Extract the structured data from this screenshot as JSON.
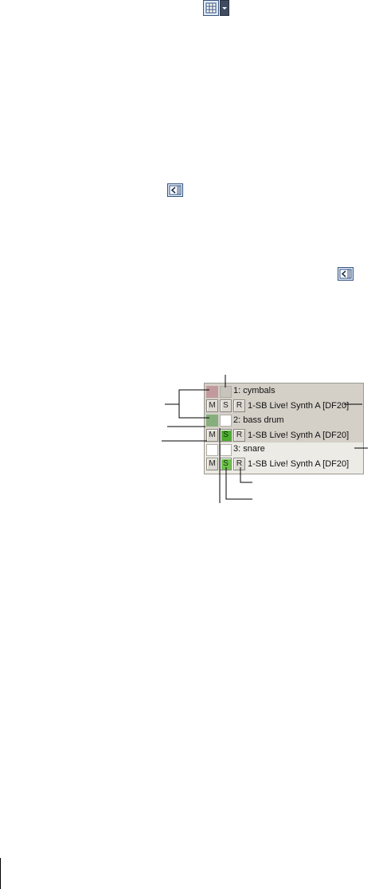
{
  "tracks": [
    {
      "name": "1: cymbals",
      "port": "1-SB Live! Synth A [DF20]",
      "solo_on": false,
      "color": "#c29a9e",
      "color2": "#c8c4bc"
    },
    {
      "name": "2: bass drum",
      "port": "1-SB Live! Synth A [DF20]",
      "solo_on": true,
      "color": "#86ae7c",
      "color2": "#ffffff"
    },
    {
      "name": "3: snare",
      "port": "1-SB Live! Synth A [DF20]",
      "solo_on": true,
      "color": "#ffffff",
      "color2": "#ffffff"
    }
  ],
  "buttons": {
    "mute": "M",
    "solo": "S",
    "record": "R"
  },
  "icons": {
    "grid": "grid-icon",
    "dropdown": "chevron-down-icon",
    "collapse_1": "collapse-panel-icon",
    "collapse_2": "collapse-panel-icon"
  },
  "colors": {
    "solo_active": "#4cae2f",
    "panel_bg": "#d4d0c8"
  }
}
